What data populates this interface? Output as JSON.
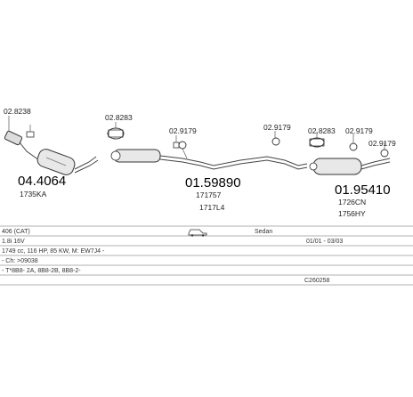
{
  "parts": {
    "clamp_a": "02.8238",
    "catalyst_code": "04.4064",
    "catalyst_sub": "1735KA",
    "clamp_b": "02.8283",
    "clamp_c": "02.9179",
    "clamp_d": "02.9179",
    "mid_code": "01.59890",
    "mid_sub1": "171757",
    "mid_sub2": "1717L4",
    "clamp_e": "02.8283",
    "clamp_f": "02.9179",
    "clamp_g": "02.9179",
    "rear_code": "01.95410",
    "rear_sub1": "1726CN",
    "rear_sub2": "1756HY"
  },
  "table": {
    "model": "406 (CAT)",
    "body": "Sedan",
    "engine": "1.8i 16V",
    "years": "01/01 - 03/03",
    "spec": "1749 cc, 116 HP, 85 KW, M: EW7J4 -",
    "chassis": "- Ch: >09038",
    "types": "- T*8B8- 2A, 8B8-2B, 8B8-2-",
    "catalog_code": "C260258"
  }
}
